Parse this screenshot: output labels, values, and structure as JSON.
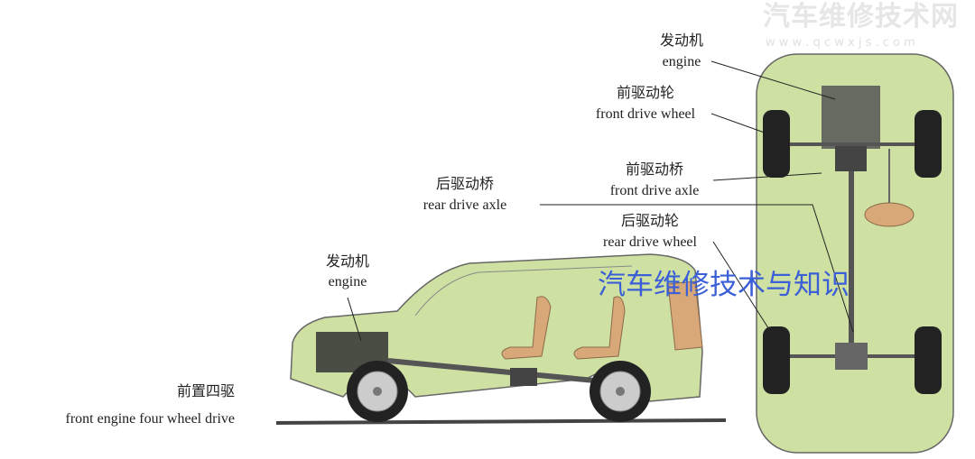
{
  "watermark": {
    "cn": "汽车维修技术网",
    "url": "w w w . q c w x j s . c o m"
  },
  "overlay_text": "汽车维修技术与知识",
  "labels": {
    "top_engine_cn": "发动机",
    "top_engine_en": "engine",
    "front_wheel_cn": "前驱动轮",
    "front_wheel_en": "front drive wheel",
    "front_axle_cn": "前驱动桥",
    "front_axle_en": "front drive axle",
    "rear_axle_cn": "后驱动桥",
    "rear_axle_en": "rear drive axle",
    "rear_wheel_cn": "后驱动轮",
    "rear_wheel_en": "rear drive wheel",
    "side_engine_cn": "发动机",
    "side_engine_en": "engine",
    "layout_cn": "前置四驱",
    "layout_en": "front engine four wheel drive"
  },
  "colors": {
    "body": "#cfe0a3",
    "seat": "#d9a878",
    "overlay": "#3b5fd6",
    "watermark": "#e6e6e6"
  }
}
